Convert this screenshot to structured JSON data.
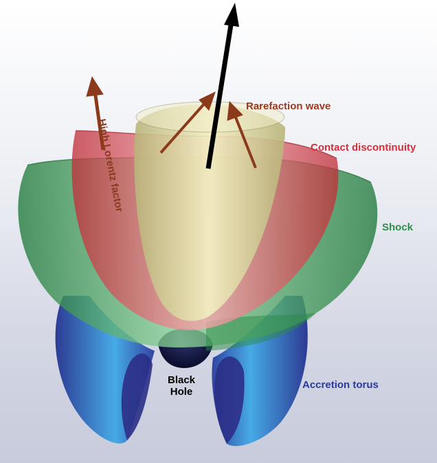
{
  "labels": {
    "rarefaction": "Rarefaction wave",
    "contact": "Contact discontinuity",
    "shock": "Shock",
    "torus": "Accretion torus",
    "black_hole": "Black Hole",
    "lorentz": "High Lorentz factor"
  },
  "colors": {
    "rarefaction": "#9a3b22",
    "contact": "#d32f3b",
    "shock": "#2e8f4a",
    "torus": "#2b3a9c",
    "black_hole": "#0d1240",
    "arrow": "#8c3a1c",
    "jet_axis": "#000000",
    "inner_cup": "#e3dd9c"
  },
  "icons": {
    "main_axis": "black-arrow-up",
    "flow_arrows": "brown-arrows"
  }
}
